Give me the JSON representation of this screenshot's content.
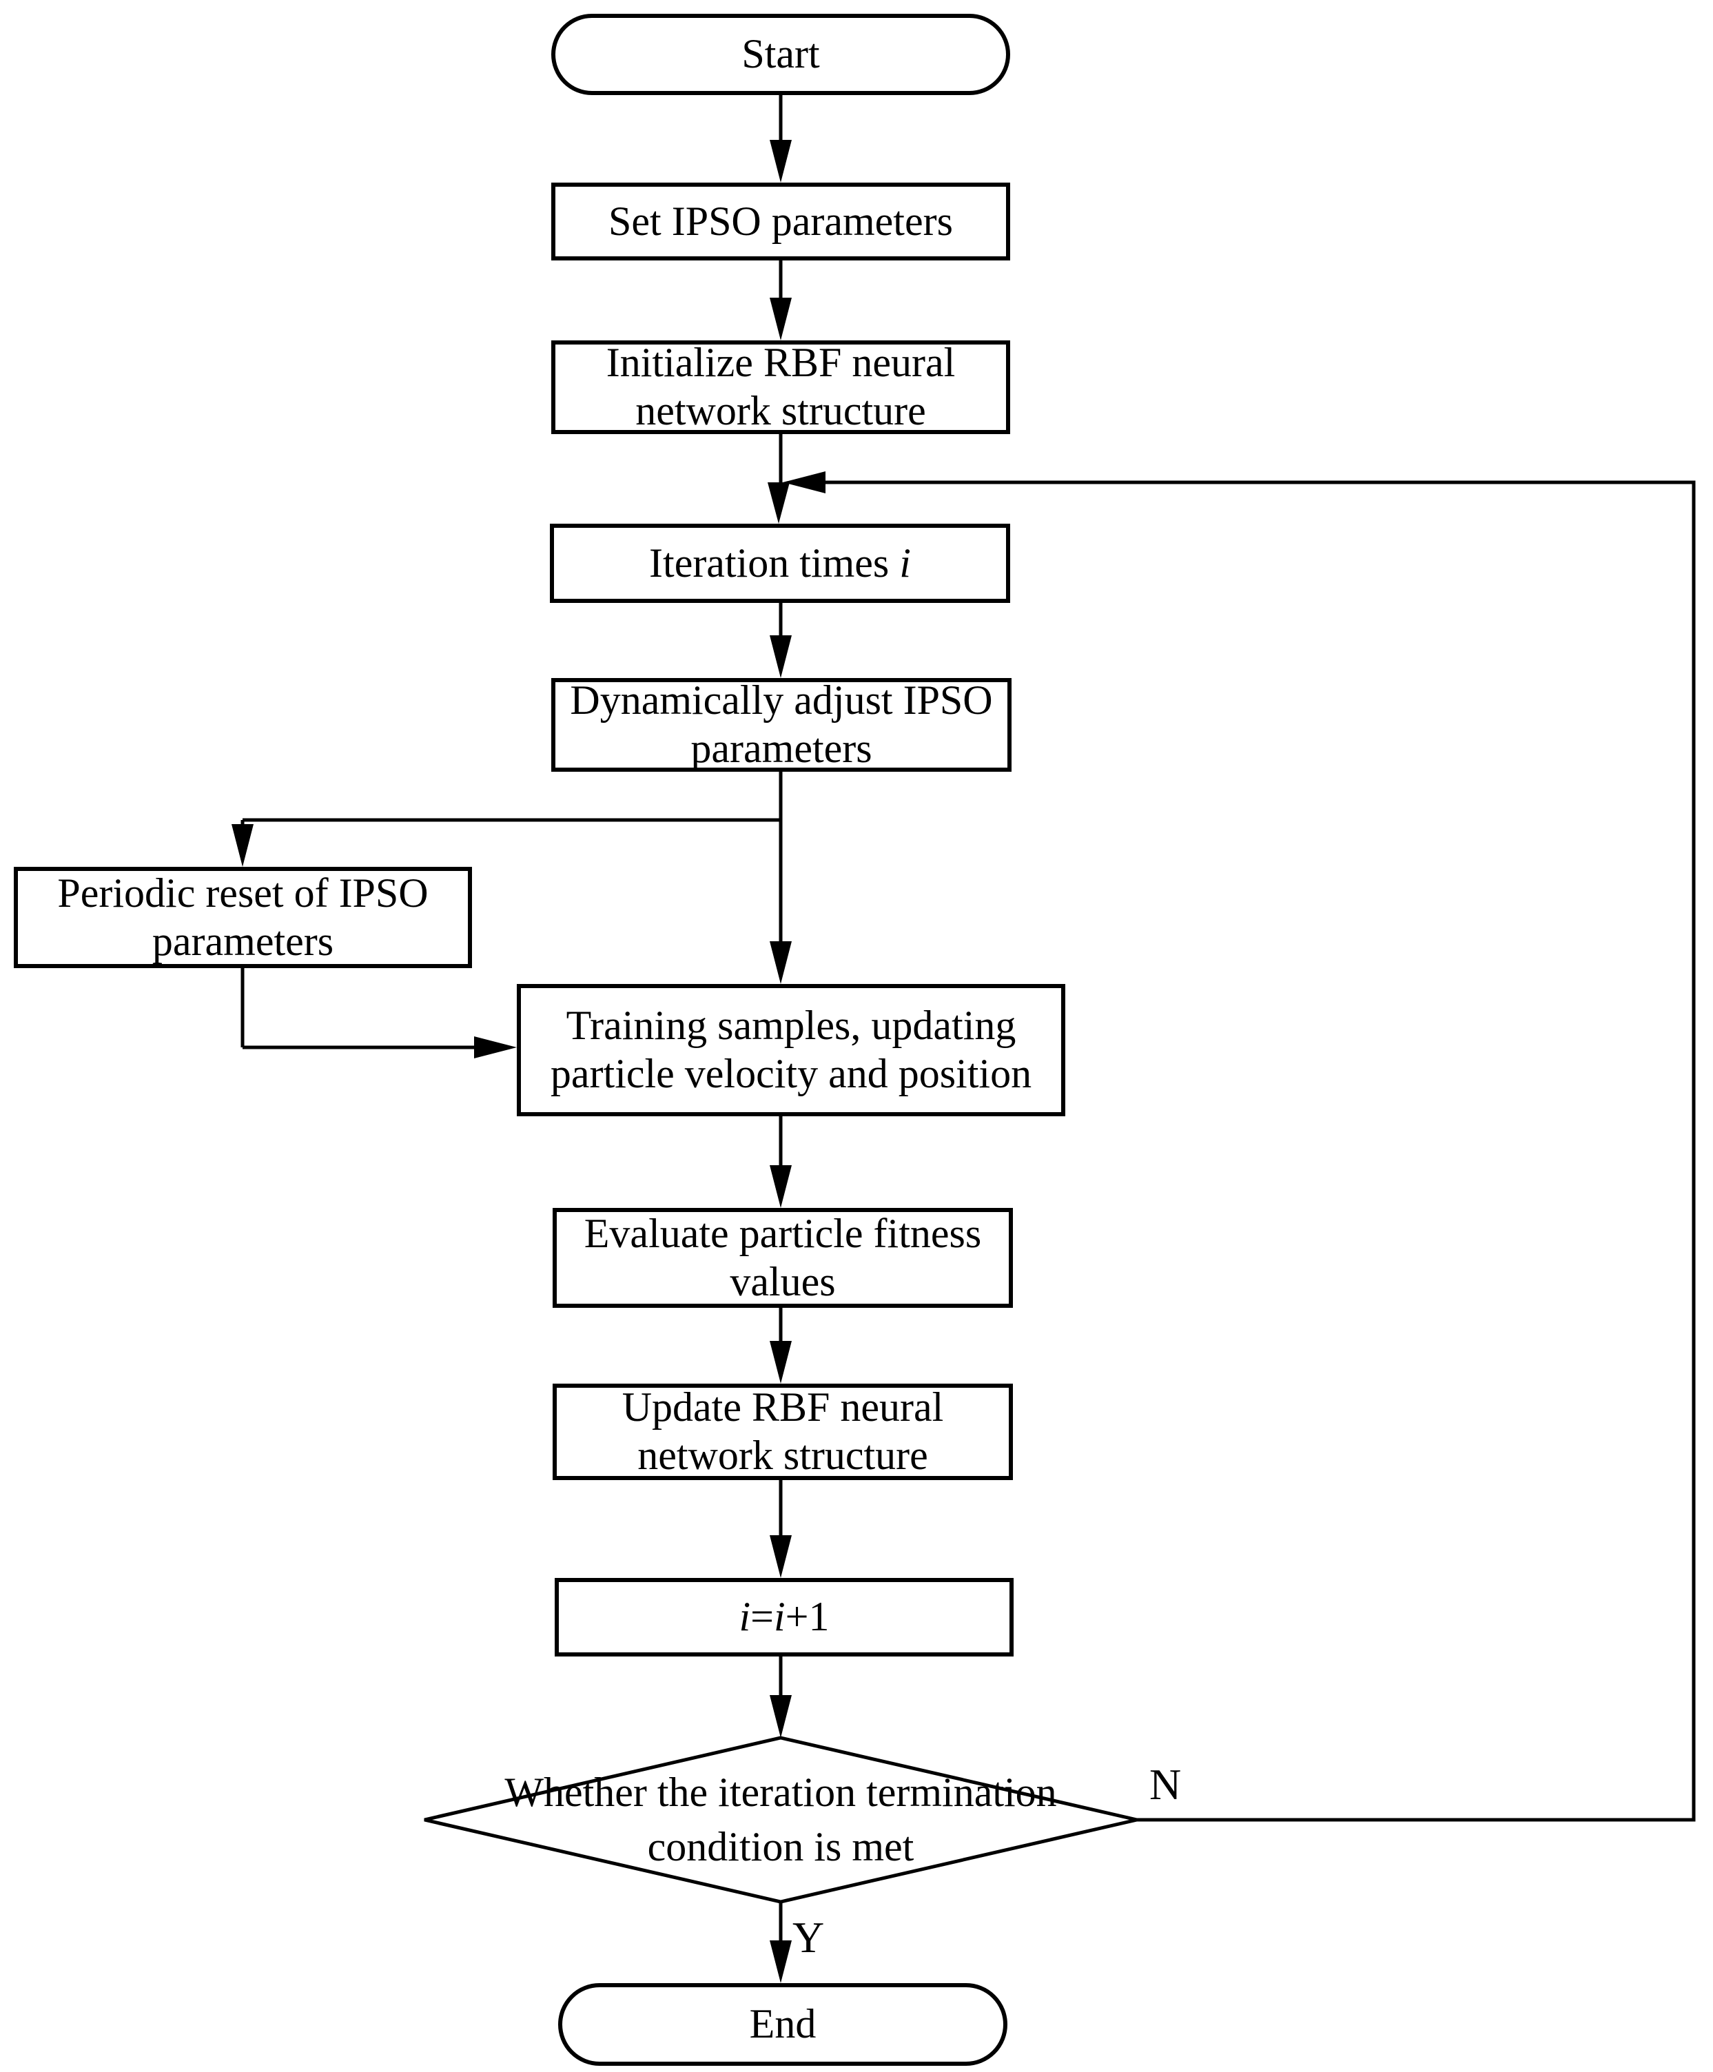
{
  "figure": {
    "type": "flowchart",
    "background_color": "#ffffff",
    "line_color": "#000000"
  },
  "nodes": {
    "start": {
      "shape": "terminator",
      "label": "Start"
    },
    "set_ipso": {
      "shape": "process",
      "label": "Set IPSO parameters"
    },
    "init_rbf": {
      "shape": "process",
      "label": "Initialize RBF neural\nnetwork structure"
    },
    "iteration": {
      "shape": "process",
      "prefix": "Iteration times ",
      "var": "i"
    },
    "dyn_adjust": {
      "shape": "process",
      "label": "Dynamically adjust IPSO\nparameters"
    },
    "periodic_reset": {
      "shape": "process",
      "label": "Periodic reset of IPSO\nparameters"
    },
    "training": {
      "shape": "process",
      "label": "Training samples, updating\nparticle velocity and position"
    },
    "evaluate": {
      "shape": "process",
      "label": "Evaluate particle fitness\nvalues"
    },
    "update_rbf": {
      "shape": "process",
      "label": "Update RBF neural\nnetwork structure"
    },
    "increment": {
      "shape": "process",
      "parts": [
        "i",
        "=",
        "i",
        "+1"
      ]
    },
    "decision": {
      "shape": "decision",
      "label": "Whether the iteration termination\ncondition is met"
    },
    "end": {
      "shape": "terminator",
      "label": "End"
    }
  },
  "edge_labels": {
    "no": "N",
    "yes": "Y"
  }
}
